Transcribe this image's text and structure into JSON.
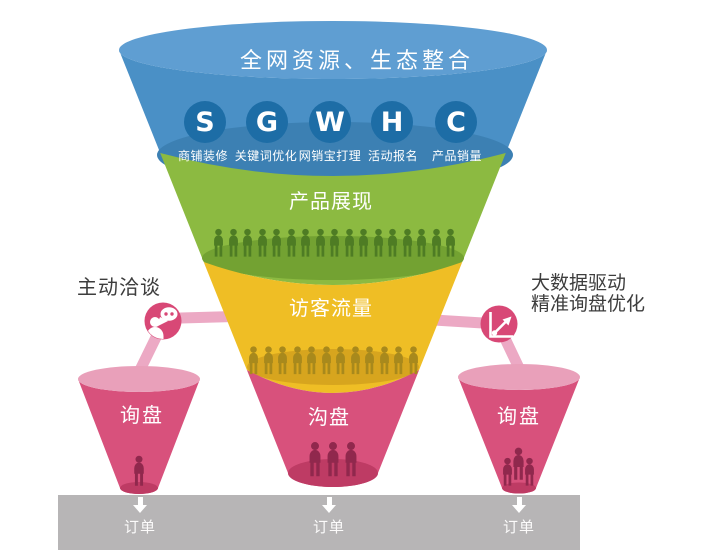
{
  "funnel": {
    "top_label": "全网资源、生态整合",
    "badges": [
      {
        "letter": "S",
        "label": "商铺装修"
      },
      {
        "letter": "G",
        "label": "关键词优化"
      },
      {
        "letter": "W",
        "label": "网销宝打理"
      },
      {
        "letter": "H",
        "label": "活动报名"
      },
      {
        "letter": "C",
        "label": "产品销量"
      }
    ],
    "layers": {
      "product_display": {
        "label": "产品展现",
        "people": 17
      },
      "visitor_traffic": {
        "label": "访客流量",
        "people": 12
      },
      "deal_talks": {
        "label": "沟盘",
        "people": 3
      }
    }
  },
  "left_branch": {
    "caption": "主动洽谈",
    "icon": "chat-person-icon",
    "funnel_label": "询盘",
    "people": 1
  },
  "right_branch": {
    "caption_line1": "大数据驱动",
    "caption_line2": "精准询盘优化",
    "icon": "growth-chart-icon",
    "funnel_label": "询盘",
    "people": 3
  },
  "bottom_bar": {
    "labels": [
      "订单",
      "订单",
      "订单"
    ]
  },
  "colors": {
    "blue_top": "#5F9ED2",
    "blue_body": "#4A90C6",
    "blue_inner": "#3C80B3",
    "badge_blue": "#1D6DA6",
    "green_body": "#8CBA41",
    "green_inner": "#73A232",
    "green_people": "#4E7C24",
    "yellow_body": "#EFBE25",
    "yellow_inner": "#D7A51E",
    "yellow_people": "#A8891C",
    "pink_body": "#D8517C",
    "pink_light": "#E9A0BA",
    "pink_dark": "#BE3B64",
    "pink_people": "#90284D",
    "connector": "#ECA9C4",
    "node_pink": "#D84876",
    "gray_bar": "#B7B5B6",
    "text_dark": "#3D3D3D"
  }
}
